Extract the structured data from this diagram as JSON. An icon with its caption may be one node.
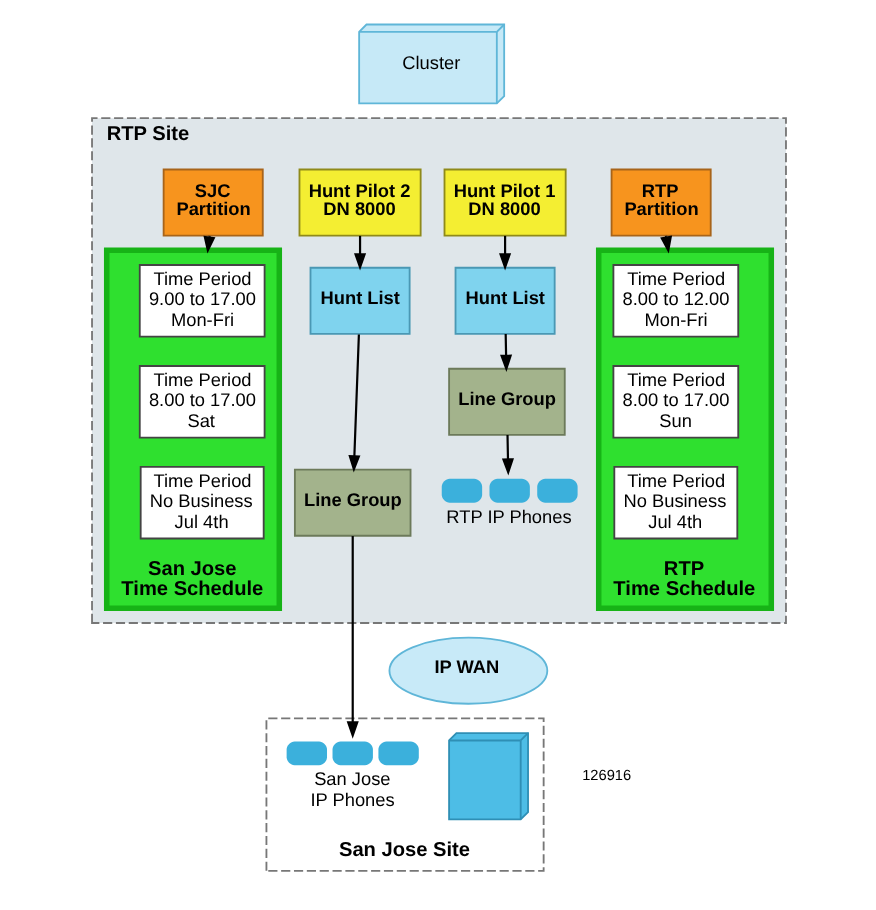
{
  "diagram": {
    "nodes": [
      {
        "text": [
          "Cluster"
        ]
      },
      {
        "text": [
          "RTP Site"
        ]
      },
      {
        "text": [
          "SJC Partition"
        ],
        "in": 1
      },
      {
        "text": [
          "San Jose Time Schedule"
        ],
        "in": 1
      },
      {
        "text": [
          "Time Period 9.00 to 17.00 Mon-Fri"
        ],
        "in": 3
      },
      {
        "text": [
          "Time Period 8.00 to 17.00 Sat"
        ],
        "in": 3
      },
      {
        "text": [
          "Time Period No Business Jul 4th"
        ],
        "in": 3
      },
      {
        "text": [
          "Hunt Pilot 2 DN 8000"
        ],
        "in": 1
      },
      {
        "text": [
          "Hunt List"
        ],
        "in": 1
      },
      {
        "text": [
          "Line Group"
        ],
        "in": 1
      },
      {
        "text": [
          "Hunt Pilot 1 DN 8000"
        ],
        "in": 1
      },
      {
        "text": [
          "Hunt List"
        ],
        "in": 1
      },
      {
        "text": [
          "Line Group"
        ],
        "in": 1
      },
      {
        "text": [
          "RTP IP Phones"
        ],
        "in": 1
      },
      {
        "text": [
          "RTP Partition"
        ],
        "in": 1
      },
      {
        "text": [
          "RTP Time Schedule"
        ],
        "in": 1
      },
      {
        "text": [
          "Time Period 8.00 to 12.00 Mon-Fri"
        ],
        "in": 15
      },
      {
        "text": [
          "Time Period 8.00 to 17.00 Sun"
        ],
        "in": 15
      },
      {
        "text": [
          "Time Period No Business Jul 4th"
        ],
        "in": 15
      },
      {
        "text": [
          "IP WAN"
        ]
      },
      {
        "text": [
          "San Jose Site"
        ]
      },
      {
        "text": [
          "San Jose IP Phones"
        ],
        "in": 20
      },
      {
        "text": [],
        "shape": "picture",
        "in": 20
      }
    ],
    "edges": [
      {
        "from": 2,
        "to": 3,
        "arrow": "to"
      },
      {
        "from": 7,
        "to": 8,
        "arrow": "to"
      },
      {
        "from": 8,
        "to": 9,
        "arrow": "to"
      },
      {
        "from": 9,
        "to": 21,
        "arrow": "to"
      },
      {
        "from": 10,
        "to": 11,
        "arrow": "to"
      },
      {
        "from": 11,
        "to": 12,
        "arrow": "to"
      },
      {
        "from": 12,
        "to": 13,
        "arrow": "to"
      },
      {
        "from": 14,
        "to": 15,
        "arrow": "to"
      }
    ],
    "labels": [
      "126916"
    ]
  }
}
